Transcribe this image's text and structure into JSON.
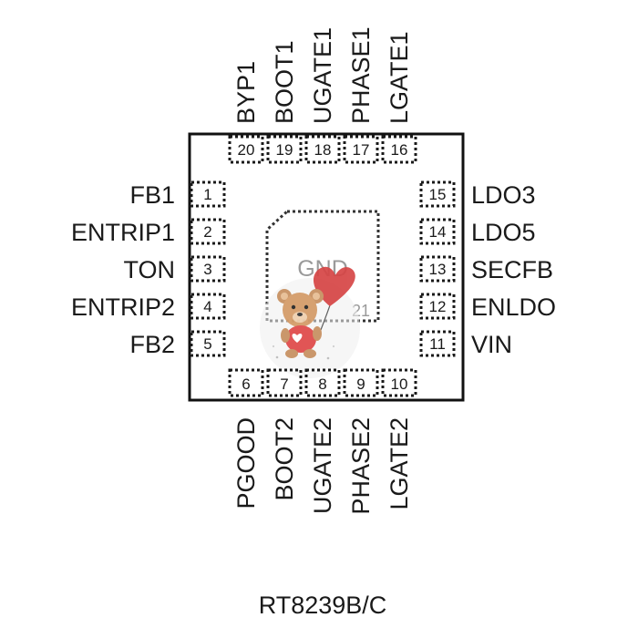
{
  "package": {
    "part_number": "RT8239B/C"
  },
  "exposed_pad": {
    "label": "GND",
    "number": "21"
  },
  "pins": {
    "left": [
      {
        "n": "1",
        "name": "FB1"
      },
      {
        "n": "2",
        "name": "ENTRIP1"
      },
      {
        "n": "3",
        "name": "TON"
      },
      {
        "n": "4",
        "name": "ENTRIP2"
      },
      {
        "n": "5",
        "name": "FB2"
      }
    ],
    "bottom": [
      {
        "n": "6",
        "name": "PGOOD"
      },
      {
        "n": "7",
        "name": "BOOT2"
      },
      {
        "n": "8",
        "name": "UGATE2"
      },
      {
        "n": "9",
        "name": "PHASE2"
      },
      {
        "n": "10",
        "name": "LGATE2"
      }
    ],
    "right": [
      {
        "n": "11",
        "name": "VIN"
      },
      {
        "n": "12",
        "name": "ENLDO"
      },
      {
        "n": "13",
        "name": "SECFB"
      },
      {
        "n": "14",
        "name": "LDO5"
      },
      {
        "n": "15",
        "name": "LDO3"
      }
    ],
    "top": [
      {
        "n": "16",
        "name": "LGATE1"
      },
      {
        "n": "17",
        "name": "PHASE1"
      },
      {
        "n": "18",
        "name": "UGATE1"
      },
      {
        "n": "19",
        "name": "BOOT1"
      },
      {
        "n": "20",
        "name": "BYP1"
      }
    ]
  },
  "icons": {
    "overlay": "bear-with-heart-balloon-icon"
  }
}
